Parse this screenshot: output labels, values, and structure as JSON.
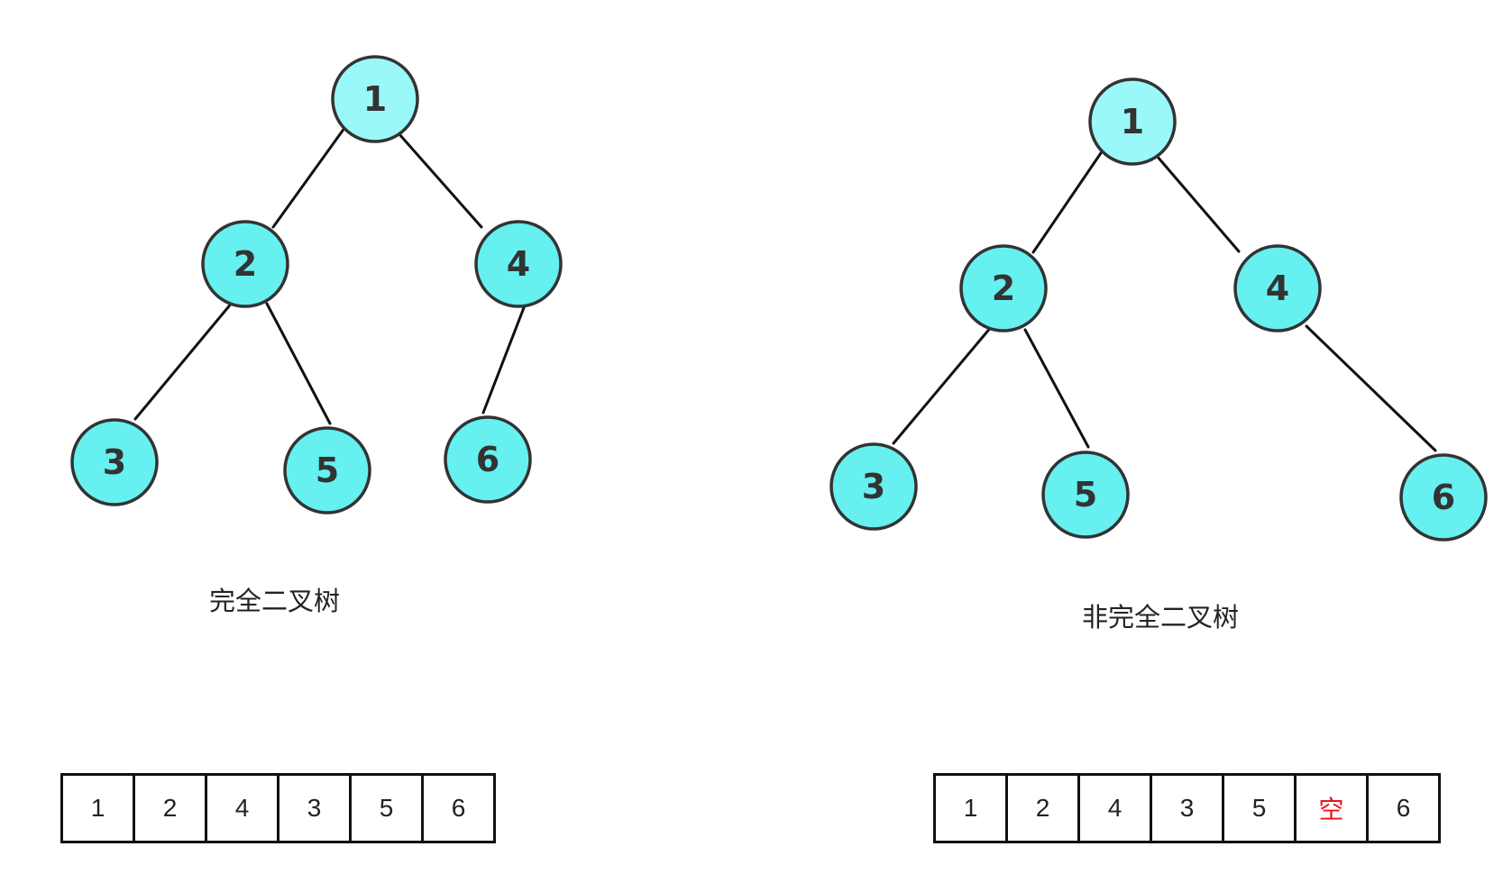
{
  "left_diagram": {
    "caption": "完全二叉树",
    "nodes": [
      "1",
      "2",
      "4",
      "3",
      "5",
      "6"
    ],
    "array": [
      "1",
      "2",
      "4",
      "3",
      "5",
      "6"
    ]
  },
  "right_diagram": {
    "caption": "非完全二叉树",
    "nodes": [
      "1",
      "2",
      "4",
      "3",
      "5",
      "6"
    ],
    "array": [
      "1",
      "2",
      "4",
      "3",
      "5",
      "空",
      "6"
    ]
  },
  "colors": {
    "node_fill": "#66f0f0",
    "node_stroke": "#333333",
    "empty_marker": "#e8141b"
  }
}
